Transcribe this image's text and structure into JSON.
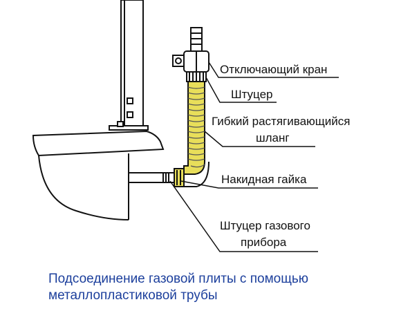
{
  "labels": {
    "shutoff_valve": "Отключающий кран",
    "fitting": "Штуцер",
    "hose_line1": "Гибкий растягивающийся",
    "hose_line2": "шланг",
    "union_nut": "Накидная гайка",
    "appliance_fitting_line1": "Штуцер газового",
    "appliance_fitting_line2": "прибора"
  },
  "caption": {
    "line1": "Подсоединение газовой плиты с помощью",
    "line2": "металлопластиковой трубы"
  },
  "colors": {
    "hose": "#e8de5a",
    "outline": "#111111",
    "caption": "#1c3f9c"
  }
}
